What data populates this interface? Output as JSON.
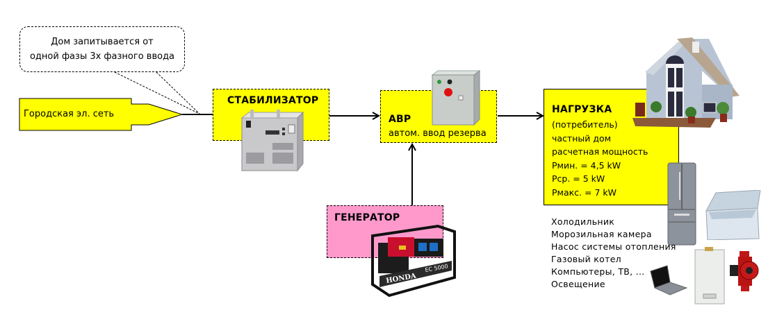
{
  "callout": {
    "lines": [
      "Дом запитывается от",
      "одной фазы 3х фазного ввода"
    ]
  },
  "city_grid": {
    "label": "Городская эл. сеть"
  },
  "stabilizer": {
    "title": "СТАБИЛИЗАТОР"
  },
  "ats": {
    "title": "АВР",
    "subtitle": "автом. ввод резерва"
  },
  "generator": {
    "title": "ГЕНЕРАТОР",
    "brand": "HONDA",
    "model": "EC 5000"
  },
  "load": {
    "title": "НАГРУЗКА",
    "lines": [
      "(потребитель)",
      "частный дом",
      "расчетная мощность",
      "Pмин. = 4,5 kW",
      "Pср. = 5 kW",
      "Pмакс. = 7 kW"
    ]
  },
  "consumers": [
    "Холодильник",
    "Морозильная камера",
    "Насос системы отопления",
    "Газовый котел",
    "Компьютеры, ТВ, ...",
    "Освещение"
  ],
  "colors": {
    "yellow": "#ffff00",
    "pink": "#ff99cc",
    "line": "#000000"
  }
}
